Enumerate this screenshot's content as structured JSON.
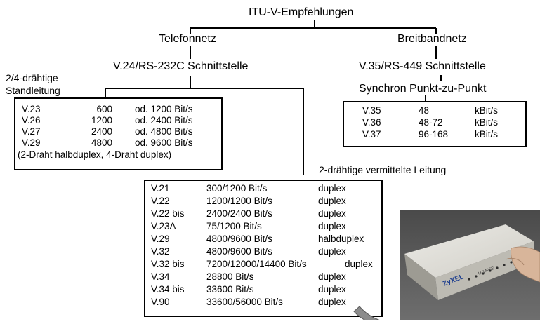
{
  "title": "ITU-V-Empfehlungen",
  "branches": {
    "left": "Telefonnetz",
    "right": "Breitbandnetz"
  },
  "interfaces": {
    "left": "V.24/RS-232C Schnittstelle",
    "right": "V.35/RS-449 Schnittstelle",
    "right_mode": "Synchron Punkt-zu-Punkt"
  },
  "leased_line": {
    "label_line1": "2/4-drähtige",
    "label_line2": "Standleitung",
    "rows": [
      {
        "std": "V.23",
        "rate": "600",
        "alt": "od. 1200 Bit/s"
      },
      {
        "std": "V.26",
        "rate": "1200",
        "alt": "od. 2400 Bit/s"
      },
      {
        "std": "V.27",
        "rate": "2400",
        "alt": "od. 4800 Bit/s"
      },
      {
        "std": "V.29",
        "rate": "4800",
        "alt": "od. 9600 Bit/s"
      }
    ],
    "note": "(2-Draht halbduplex, 4-Draht duplex)"
  },
  "broadband_table": {
    "rows": [
      {
        "std": "V.35",
        "rate": "48",
        "unit": "kBit/s"
      },
      {
        "std": "V.36",
        "rate": "48-72",
        "unit": "kBit/s"
      },
      {
        "std": "V.37",
        "rate": "96-168",
        "unit": "kBit/s"
      }
    ]
  },
  "switched_line": {
    "label": "2-drähtige vermittelte Leitung",
    "rows": [
      {
        "std": "V.21",
        "rate": "300/1200 Bit/s",
        "mode": "duplex"
      },
      {
        "std": "V.22",
        "rate": "1200/1200 Bit/s",
        "mode": "duplex"
      },
      {
        "std": "V.22 bis",
        "rate": "2400/2400 Bit/s",
        "mode": "duplex"
      },
      {
        "std": "V.23A",
        "rate": "75/1200 Bit/s",
        "mode": "duplex"
      },
      {
        "std": "V.29",
        "rate": "4800/9600 Bit/s",
        "mode": "halbduplex"
      },
      {
        "std": "V.32",
        "rate": "4800/9600 Bit/s",
        "mode": "duplex"
      },
      {
        "std": "V.32 bis",
        "rate": "7200/12000/14400 Bit/s",
        "mode": "duplex"
      },
      {
        "std": "V.34",
        "rate": "28800 Bit/s",
        "mode": "duplex"
      },
      {
        "std": "V.34 bis",
        "rate": "33600 Bit/s",
        "mode": "duplex"
      },
      {
        "std": "V.90",
        "rate": "33600/56000 Bit/s",
        "mode": "duplex"
      }
    ]
  },
  "photo": {
    "brand": "ZyXEL",
    "model": "U-1496E"
  },
  "colors": {
    "arrow_fill": "#8c8c8c",
    "photo_bg": "#5a5a5a",
    "modem_body": "#d9d9d4"
  }
}
